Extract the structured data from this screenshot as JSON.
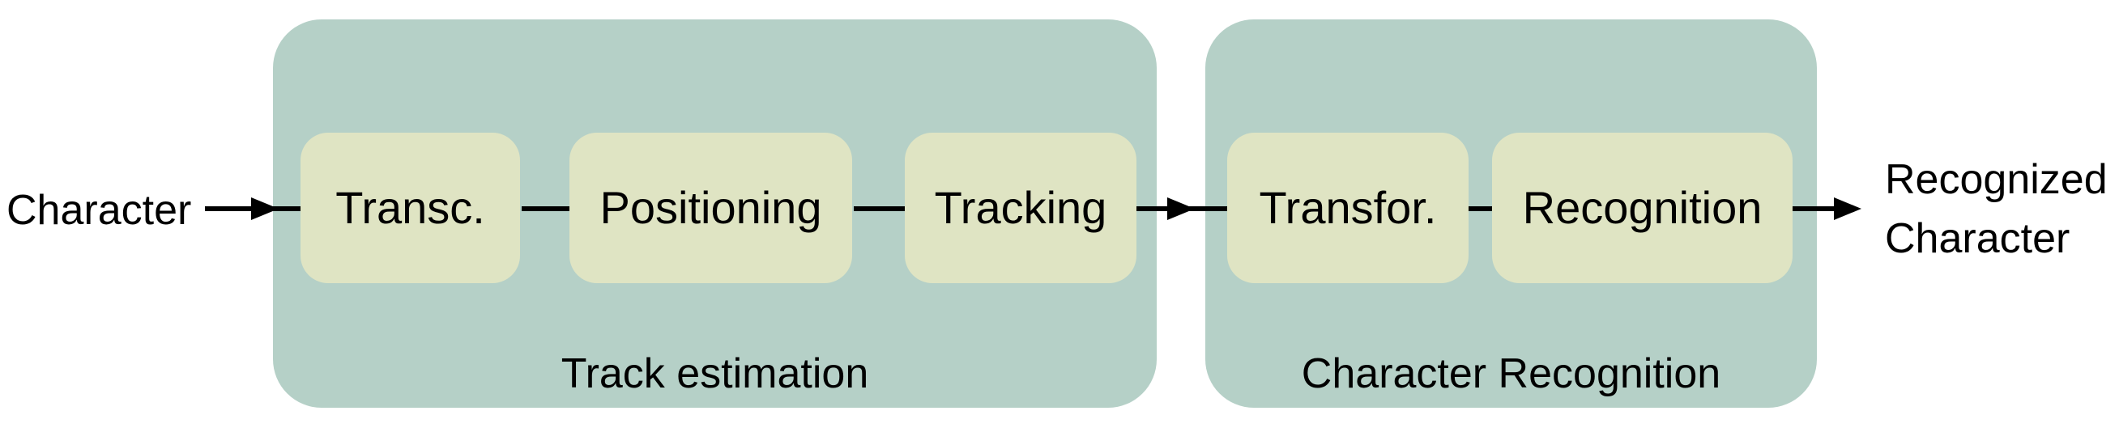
{
  "diagram": {
    "input_label": "Character",
    "output_label_line1": "Recognized",
    "output_label_line2": "Character",
    "groups": [
      {
        "label": "Track estimation",
        "nodes": [
          "Transc.",
          "Positioning",
          "Tracking"
        ]
      },
      {
        "label": "Character Recognition",
        "nodes": [
          "Transfor.",
          "Recognition"
        ]
      }
    ],
    "flow": [
      "Character",
      "Transc.",
      "Positioning",
      "Tracking",
      "Transfor.",
      "Recognition",
      "Recognized Character"
    ],
    "colors": {
      "group_fill": "#b5d0c7",
      "node_fill": "#dfe4c3",
      "connector": "#000000",
      "text": "#000000",
      "background": "#ffffff"
    }
  }
}
